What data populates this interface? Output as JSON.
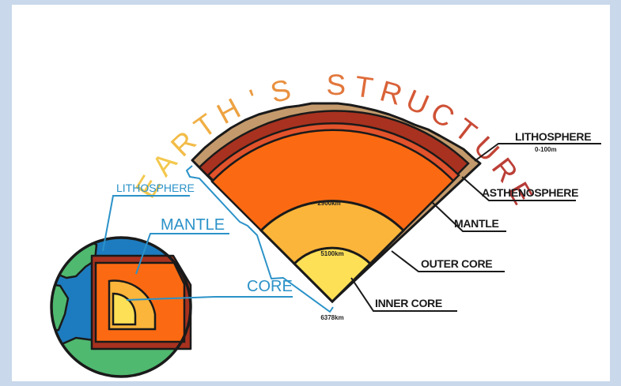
{
  "title": {
    "text": "EARTH'S STRUCTURE",
    "letters": [
      "E",
      "A",
      "R",
      "T",
      "H",
      "'",
      "S",
      " ",
      "S",
      "T",
      "R",
      "U",
      "C",
      "T",
      "U",
      "R",
      "E"
    ],
    "colors": [
      "#f3c84d",
      "#f3c84d",
      "#f2bc48",
      "#f0b045",
      "#eda242",
      "#eb9a41",
      "#e99140",
      "#e9913f",
      "#e2773c",
      "#df6c3a",
      "#d96138",
      "#d45936",
      "#cf5136",
      "#c84a36",
      "#c14436",
      "#bb3f37",
      "#b53a37"
    ]
  },
  "labels": {
    "lithosphere": "LITHOSPHERE",
    "lithosphere_depth": "0-100m",
    "asthenosphere": "ASTHENOSPHERE",
    "mantle": "MANTLE",
    "outer_core": "OUTER CORE",
    "inner_core": "INNER CORE"
  },
  "depths": {
    "mantle_outer": "2900km",
    "outer_inner": "5100km",
    "center": "6378km"
  },
  "globe_labels": {
    "lithosphere": "LITHOSPHERE",
    "mantle": "MANTLE",
    "core": "CORE"
  },
  "colors": {
    "crust": "#c49a6c",
    "lithosphere": "#a8321f",
    "asthenosphere": "#e2522b",
    "mantle": "#fb6a12",
    "outer_core": "#fbb53a",
    "inner_core": "#fde056",
    "ocean": "#1d7cbf",
    "land": "#4fb96f",
    "accent": "#2b92c8",
    "background": "#c9d8ea"
  }
}
